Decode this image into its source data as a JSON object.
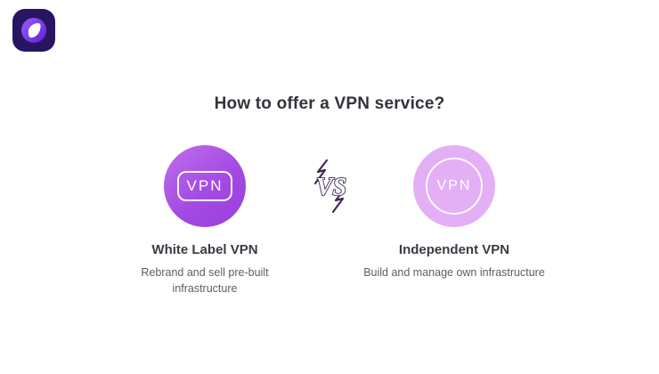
{
  "logo": {
    "name": "vpn-brand-logo"
  },
  "heading": "How to offer a VPN service?",
  "vs_label": "VS",
  "options": [
    {
      "badge_label": "VPN",
      "title": "White Label VPN",
      "description": "Rebrand and sell pre-built infrastructure"
    },
    {
      "badge_label": "VPN",
      "title": "Independent VPN",
      "description": "Build and manage own infrastructure"
    }
  ],
  "colors": {
    "left_circle": "#a44ae2",
    "right_circle": "#e3b0f6",
    "heading_text": "#33333d",
    "body_text": "#5d5d68",
    "vs_outline": "#3d2b52",
    "logo_square": "#271563"
  }
}
